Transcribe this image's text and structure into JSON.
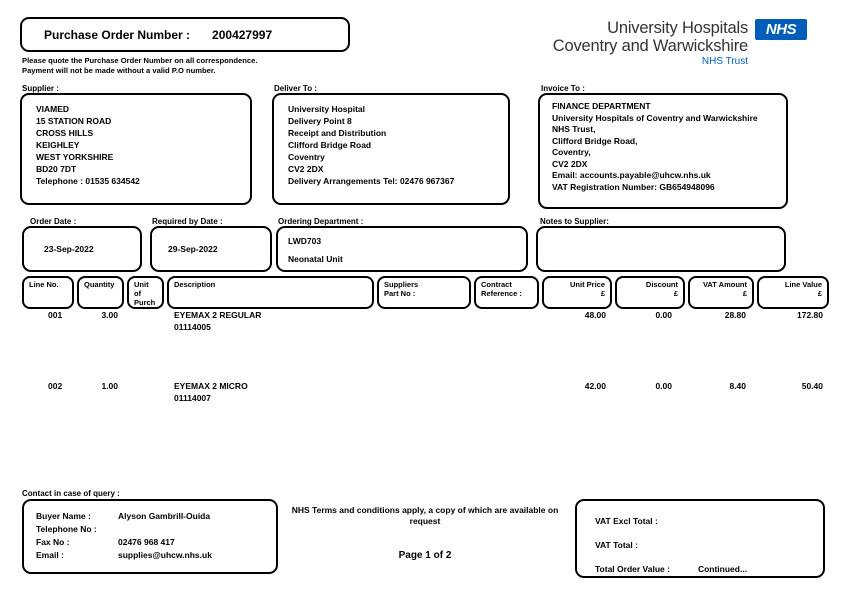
{
  "po": {
    "label": "Purchase Order Number :",
    "number": "200427997",
    "note1": "Please quote the Purchase Order Number on all correspondence.",
    "note2": "Payment will not be made without a valid P.O number."
  },
  "logo": {
    "line1": "University Hospitals",
    "line2": "Coventry and Warwickshire",
    "nhs": "NHS",
    "trust": "NHS Trust",
    "nhs_blue": "#005EB8"
  },
  "supplier": {
    "label": "Supplier :",
    "lines": [
      "VIAMED",
      "15 STATION ROAD",
      "CROSS HILLS",
      "KEIGHLEY",
      "WEST YORKSHIRE",
      "",
      "BD20 7DT",
      "Telephone : 01535 634542"
    ]
  },
  "deliver": {
    "label": "Deliver To :",
    "lines": [
      "University Hospital",
      "Delivery Point 8",
      "Receipt and Distribution",
      "Clifford Bridge Road",
      "Coventry",
      "CV2 2DX",
      "",
      "Delivery Arrangements Tel: 02476 967367"
    ]
  },
  "invoice": {
    "label": "Invoice To :",
    "lines": [
      "FINANCE DEPARTMENT",
      "University Hospitals of Coventry and Warwickshire",
      "NHS Trust,",
      "Clifford Bridge Road,",
      "Coventry,",
      "CV2 2DX",
      "",
      "Email: accounts.payable@uhcw.nhs.uk",
      "VAT Registration Number: GB654948096"
    ]
  },
  "order_date": {
    "label": "Order Date :",
    "value": "23-Sep-2022"
  },
  "required_by": {
    "label": "Required by Date :",
    "value": "29-Sep-2022"
  },
  "ordering_dept": {
    "label": "Ordering Department :",
    "code": "LWD703",
    "name": "Neonatal Unit"
  },
  "notes_to_supplier": {
    "label": "Notes to Supplier:",
    "value": ""
  },
  "table": {
    "headers": [
      {
        "l1": "Line No.",
        "l2": ""
      },
      {
        "l1": "Quantity",
        "l2": ""
      },
      {
        "l1": "Unit of",
        "l2": "Purch"
      },
      {
        "l1": "Description",
        "l2": ""
      },
      {
        "l1": "Suppliers",
        "l2": "Part No :"
      },
      {
        "l1": "Contract",
        "l2": "Reference :"
      },
      {
        "l1": "Unit Price",
        "l2": "£"
      },
      {
        "l1": "Discount",
        "l2": "£"
      },
      {
        "l1": "VAT Amount",
        "l2": "£"
      },
      {
        "l1": "Line Value",
        "l2": "£"
      }
    ],
    "rows": [
      {
        "line_no": "001",
        "quantity": "3.00",
        "unit": "",
        "desc1": "EYEMAX 2 REGULAR",
        "desc2": "01114005",
        "part_no": "",
        "contract": "",
        "unit_price": "48.00",
        "discount": "0.00",
        "vat": "28.80",
        "value": "172.80"
      },
      {
        "line_no": "002",
        "quantity": "1.00",
        "unit": "",
        "desc1": "EYEMAX 2 MICRO",
        "desc2": "01114007",
        "part_no": "",
        "contract": "",
        "unit_price": "42.00",
        "discount": "0.00",
        "vat": "8.40",
        "value": "50.40"
      }
    ]
  },
  "contact": {
    "label": "Contact in case of query :",
    "buyer_label": "Buyer Name :",
    "buyer_name": "Alyson Gambrill-Ouida",
    "telephone_label": "Telephone No :",
    "telephone": "",
    "fax_label": "Fax No :",
    "fax": "02476 968 417",
    "email_label": "Email :",
    "email": "supplies@uhcw.nhs.uk"
  },
  "footer": {
    "terms": "NHS Terms and conditions apply, a copy of which are available on request",
    "page": "Page 1 of 2"
  },
  "totals": {
    "vat_excl_label": "VAT Excl Total :",
    "vat_total_label": "VAT Total :",
    "total_order_label": "Total Order Value :",
    "continued": "Continued..."
  }
}
